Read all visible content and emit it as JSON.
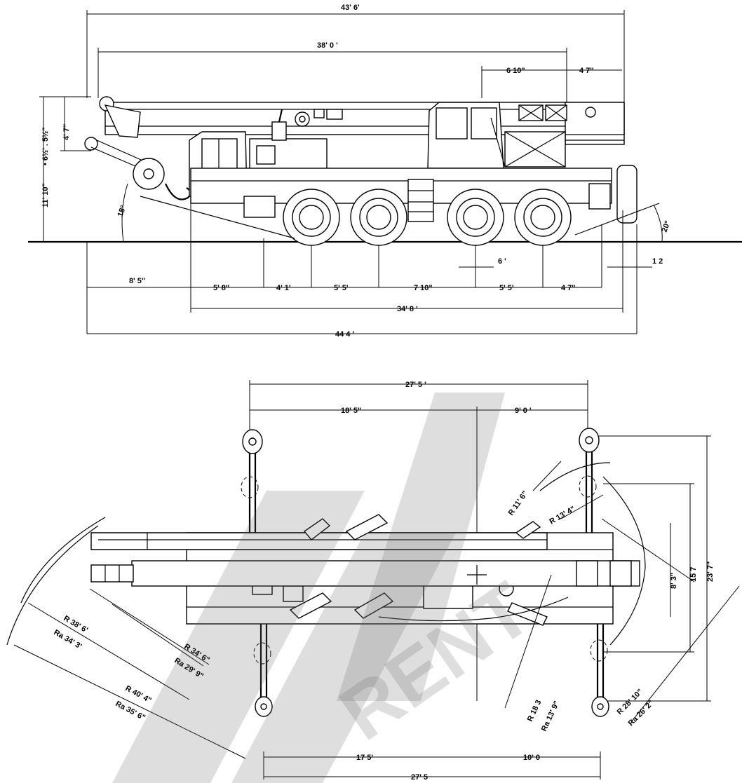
{
  "side_view": {
    "overall_top": "43' 6'",
    "boom_length": "38' 0 '",
    "cab_offset": "6  10\"",
    "rear_offset": "4  7''",
    "height_cab": "4' 7''",
    "height_small": "• 6½' . 5½\"",
    "height_total": "11' 10\"",
    "approach_angle": "18°",
    "departure_angle": "20°",
    "front_overhang": "8' 5\"",
    "axle_1": "5' 8\"",
    "axle_2": "4' 1'",
    "axle_3": "5' 5'",
    "axle_4": "7  10\"",
    "axle_5": "5' 5'",
    "axle_6": "4  7''",
    "gap_6": "6 '",
    "rear_12": "1  2",
    "wheelbase_total": "34' 8 '",
    "overall_bottom": "44  4 '"
  },
  "top_view": {
    "outrigger_span_top": "27' 5 '",
    "front_to_center": "18' 5\"",
    "center_to_rear": "9' 0 '",
    "radius_11_6": "R 11' 6\"",
    "radius_13_4": "R 13' 4\"",
    "width_8_3": "8' 3\"",
    "width_15_7": "15  7",
    "width_23_7": "23' 7\"",
    "radius_38_6": "R   38' 6'",
    "radius_a_34_3": "Ra 34' 3'",
    "radius_34_6": "R   34' 6\"",
    "radius_a_29_9": "Ra 29' 9\"",
    "radius_40_4": "R   40' 4\"",
    "radius_a_35_6": "Ra 35' 6\"",
    "radius_18_3": "R  18  3",
    "radius_a_13_9": "Ra 13' 9\"",
    "radius_28_10": "R  28' 10\"",
    "radius_a_26_2": "Ra 26' 2\"",
    "bottom_front": "17  5'",
    "bottom_rear": "10' 0",
    "outrigger_span_bottom": "27' 5"
  },
  "watermark": {
    "text": "RENT"
  }
}
